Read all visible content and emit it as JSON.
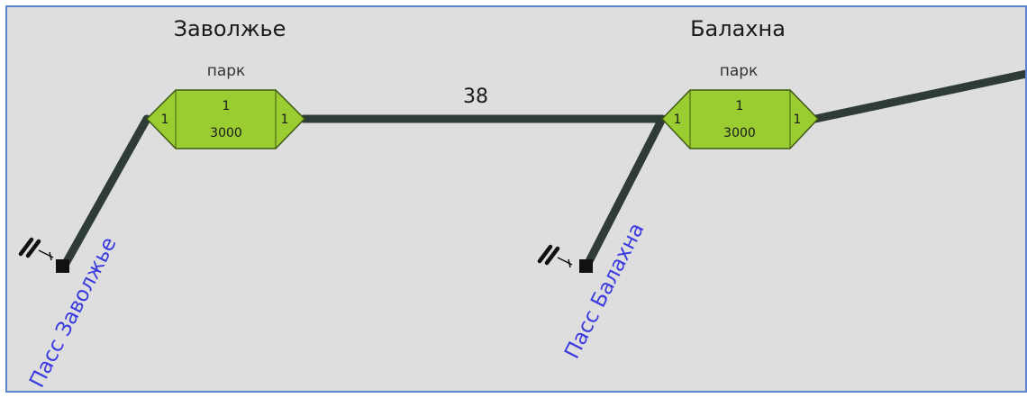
{
  "colors": {
    "track": "#2f3b37",
    "park_fill": "#9acd32",
    "park_stroke": "#3f5a14",
    "stop_label": "#3a3ae0",
    "frame": "#5b86cf",
    "background": "#dedede"
  },
  "stations": [
    {
      "name": "Заволжье",
      "park": {
        "label": "парк",
        "track_count": "1",
        "capacity": "3000",
        "left_track": "1",
        "right_track": "1"
      },
      "stop": {
        "label": "Пасс Заволжье",
        "icon": "passenger-train-icon"
      }
    },
    {
      "name": "Балахна",
      "park": {
        "label": "парк",
        "track_count": "1",
        "capacity": "3000",
        "left_track": "1",
        "right_track": "1"
      },
      "stop": {
        "label": "Пасс Балахна",
        "icon": "passenger-train-icon"
      }
    }
  ],
  "connections": [
    {
      "from": "Заволжье",
      "to": "Балахна",
      "label": "38"
    }
  ]
}
